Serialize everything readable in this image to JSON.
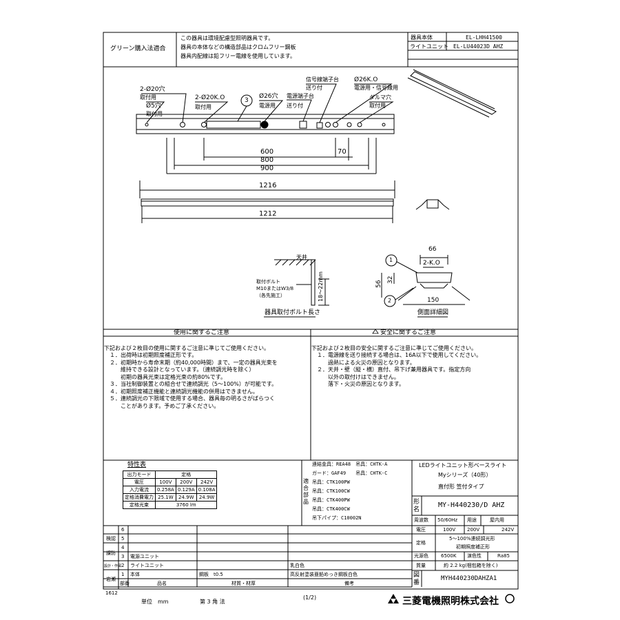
{
  "header": {
    "green": "グリーン購入法適合",
    "notes": [
      "この器具は環境配慮型照明器具です。",
      "器具の本体などの構造部品はクロムフリー鋼板",
      "器具内配線は鉛フリー電線を使用しています。"
    ],
    "body_label": "器具本体",
    "body_value": "EL-LHH41500",
    "unit_label": "ライトユニット",
    "unit_value": "EL-LU44023D AHZ"
  },
  "drawing": {
    "hole20": "2-Ø20穴",
    "hole20_use": "取付用",
    "hole5": "Ø5穴",
    "hole5_use": "取付用",
    "ko20": "2-Ø20K.O",
    "ko20_use": "取付用",
    "circle3": "3",
    "hole26": "Ø26穴",
    "hole26_use": "電源用",
    "term_src": "電源端子台",
    "term_src2": "送り付",
    "sig_term": "信号線端子台",
    "sig_term2": "送り付",
    "ko26": "Ø26K.O",
    "ko26_use": "電源用・信号線用",
    "daruma": "ダルマ穴",
    "daruma_use": "取付用",
    "d600": "600",
    "d800": "800",
    "d900": "900",
    "d70": "70",
    "d1216": "1216",
    "d1212": "1212",
    "ceiling": "天井",
    "bolt1": "取付ボルト",
    "bolt2": "M10またはW3/8",
    "bolt3": "（各先施工）",
    "bolt_len": "18～22mm",
    "bolt_title": "器具取付ボルト長さ",
    "d66": "66",
    "ko2": "2-K.O",
    "d56": "56",
    "d32": "32",
    "d150": "150",
    "c1": "1",
    "c2": "2",
    "side_title": "側面詳細図"
  },
  "usage": {
    "title": "使用に関するご注意",
    "lines": [
      "下記および２枚目の使用に関するご注意に準じてご使用ください。",
      "　１．出荷時は初期照度補正形です。",
      "　２．初期時から寿命末期（約40,000時間）まで、一定の器具光束を",
      "　　　維持できる設計となっています。（連続調光時を除く）",
      "　　　初期の器具光束は定格光束の約80%です。",
      "　３．当社制御装置との組合せで連続調光（5～100%）が可能です。",
      "　４．初期照度補正機能と連続調光機能の併用はできません。",
      "　５．連続調光の下限域で使用する場合、器具毎の明るさがばらつく",
      "　　　ことがあります。予めご了承ください。"
    ]
  },
  "safety": {
    "title": "安全に関するご注意",
    "lines": [
      "下記および２枚目の安全に関するご注意に準じてご使用ください。",
      "　１．電源線を送り接続する場合は、16A以下で使用してください。",
      "　　　過熱による火災の原因となります。",
      "　２．天井・壁（縦・横）直付、吊下げ兼用器具です。指定方向",
      "　　　以外の取付けはできません。",
      "　　　落下・火災の原因となります。"
    ]
  },
  "specs": {
    "title": "特性表",
    "output_mode": "出力モード",
    "rated": "定格",
    "voltage": "電圧",
    "v": [
      "100V",
      "200V",
      "242V"
    ],
    "input_current": "入力電流",
    "ic": [
      "0.258A",
      "0.129A",
      "0.108A"
    ],
    "rated_power": "定格消費電力",
    "rp": [
      "25.1W",
      "24.9W",
      "24.9W"
    ],
    "flux_label": "定格光束",
    "flux": "3760 lm"
  },
  "options": {
    "label": "適合部品",
    "lines": [
      "連結金具：REA48　吊具：CHTK-A",
      "ガード：GAF49　　吊具：CHTK-C",
      "吊具：CTK100PW",
      "吊具：CTK100CW",
      "吊具：CTK400PW",
      "吊具：CTK400CW",
      "吊下パイプ：C10002N"
    ]
  },
  "product": {
    "l1": "LEDライトユニット形ベースライト",
    "l2": "Myシリーズ（40形）",
    "l3": "直付形 笠付タイプ",
    "model_label": "形名",
    "model": "MY-H440230/D AHZ",
    "freq_label": "周波数",
    "freq": "50/60Hz",
    "use_label": "用途",
    "use": "屋内用",
    "volt_label": "電圧",
    "volts": [
      "100V",
      "200V",
      "242V"
    ],
    "rated_label": "定格",
    "rated1": "5～100%連続調光形",
    "rated2": "初期照度補正形",
    "color_label": "光源色",
    "color": "6500K",
    "cri_label": "演色性",
    "cri": "Ra85",
    "mass_label": "質量",
    "mass": "約 2.2 kg(梱包箱を除く)",
    "drawing_label": "図番",
    "drawing_no": "MYH440230DAHZA1"
  },
  "bom": {
    "rows": [
      {
        "no": "6",
        "name": "",
        "mat": "",
        "note": ""
      },
      {
        "no": "5",
        "name": "",
        "mat": "",
        "note": ""
      },
      {
        "no": "4",
        "name": "",
        "mat": "",
        "note": ""
      },
      {
        "no": "3",
        "name": "電源ユニット",
        "mat": "",
        "note": ""
      },
      {
        "no": "2",
        "name": "ライトユニット",
        "mat": "",
        "note": "乳白色"
      },
      {
        "no": "1",
        "name": "本体",
        "mat": "鋼板　t0.5",
        "note": "高反射塗装亜鉛めっき鋼板白色"
      }
    ],
    "h_no": "部番",
    "h_name": "品名",
    "h_mat": "材質・材厚",
    "h_note": "備考",
    "side": [
      "検認",
      "課防",
      "設計・作図",
      "岩瀬"
    ]
  },
  "footer": {
    "code": "1612",
    "unit": "単位　mm",
    "angle": "第 3 角 法",
    "page": "(1/2)",
    "company": "三菱電機照明株式会社"
  }
}
